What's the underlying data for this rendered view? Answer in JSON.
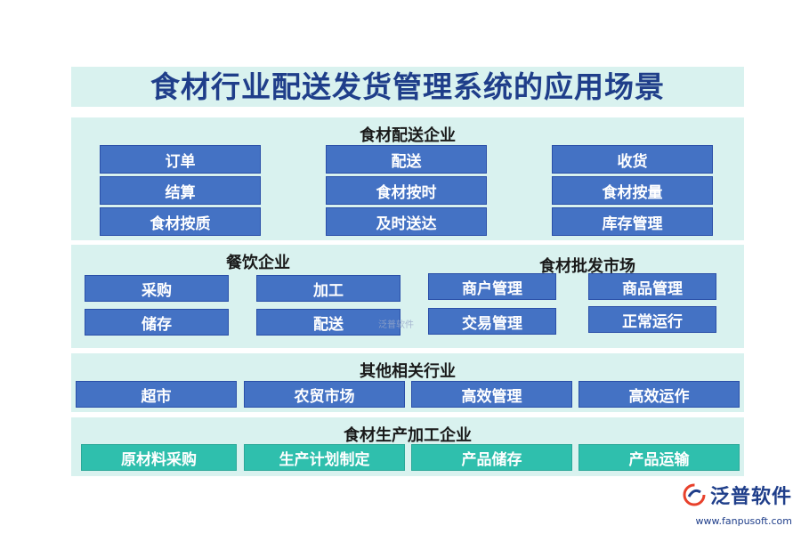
{
  "title": "食材行业配送发货管理系统的应用场景",
  "sections": {
    "distribution": {
      "title": "食材配送企业",
      "items": [
        "订单",
        "配送",
        "收货",
        "结算",
        "食材按时",
        "食材按量",
        "食材按质",
        "及时送达",
        "库存管理"
      ]
    },
    "catering": {
      "title": "餐饮企业",
      "items": [
        "采购",
        "加工",
        "储存",
        "配送"
      ]
    },
    "wholesale": {
      "title": "食材批发市场",
      "items": [
        "商户管理",
        "商品管理",
        "交易管理",
        "正常运行"
      ]
    },
    "other": {
      "title": "其他相关行业",
      "items": [
        "超市",
        "农贸市场",
        "高效管理",
        "高效运作"
      ]
    },
    "production": {
      "title": "食材生产加工企业",
      "items": [
        "原材料采购",
        "生产计划制定",
        "产品储存",
        "产品运输"
      ]
    }
  },
  "logo": {
    "name": "泛普软件",
    "url": "www.fanpusoft.com",
    "icon": "fanpu-logo-icon"
  },
  "watermark": "泛普软件",
  "colors": {
    "panel": "#d9f2ef",
    "blue_box": "#4472c4",
    "teal_box": "#2fbfad",
    "title": "#1f3e8a"
  }
}
